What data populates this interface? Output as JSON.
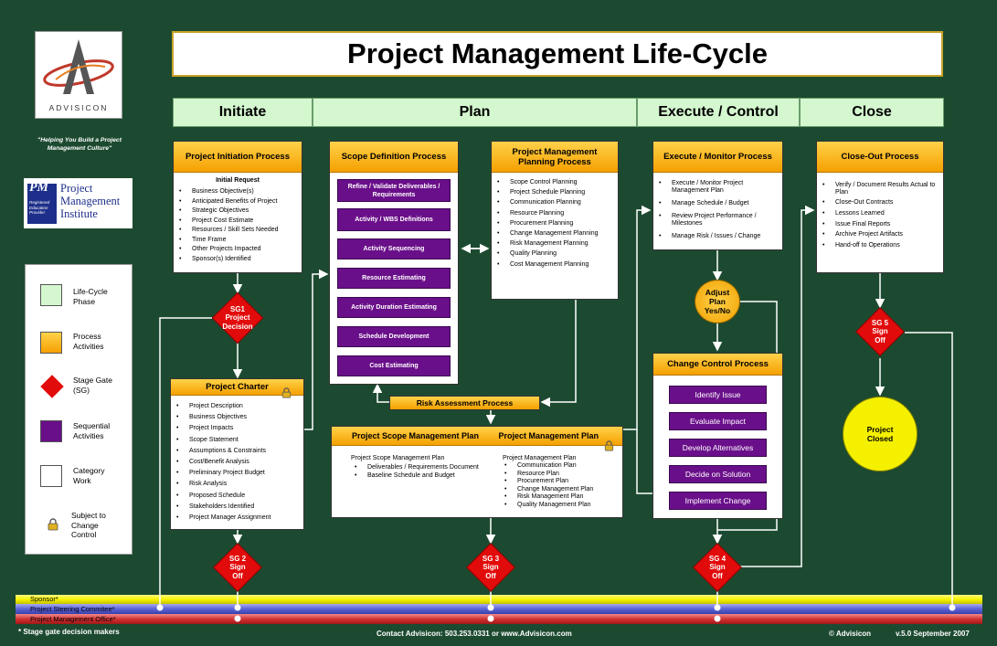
{
  "title": "Project Management Life-Cycle",
  "logo": {
    "name": "ADVISICON",
    "tagline": "\"Helping You Build a Project Management Culture\""
  },
  "pmi": {
    "line1": "Project",
    "line2": "Management",
    "line3": "Institute",
    "badge1": "Registered",
    "badge2": "Education",
    "badge3": "Provider"
  },
  "phases": [
    "Initiate",
    "Plan",
    "Execute / Control",
    "Close"
  ],
  "legend": [
    {
      "label": "Life-Cycle Phase"
    },
    {
      "label": "Process Activities"
    },
    {
      "label": "Stage Gate (SG)"
    },
    {
      "label": "Sequential Activities"
    },
    {
      "label": "Category Work"
    },
    {
      "label": "Subject to Change Control"
    }
  ],
  "initiation": {
    "title": "Project Initiation Process",
    "heading": "Initial Request",
    "items": [
      "Business Objective(s)",
      "Anticipated Benefits of Project",
      "Strategic Objectives",
      "Project Cost Estimate",
      "Resources / Skill Sets Needed",
      "Time Frame",
      "Other Projects Impacted",
      "Sponsor(s) Identified"
    ]
  },
  "charter": {
    "title": "Project Charter",
    "items": [
      "Project Description",
      "Business Objectives",
      "Project Impacts",
      "Scope Statement",
      "Assumptions & Constraints",
      "Cost/Benefit Analysis",
      "Preliminary Project Budget",
      "Risk Analysis",
      "Proposed Schedule",
      "Stakeholders Identified",
      "Project Manager Assignment"
    ]
  },
  "scope_def": {
    "title": "Scope Definition Process",
    "steps": [
      "Refine / Validate Deliverables / Requirements",
      "Activity / WBS Definitions",
      "Activity Sequencing",
      "Resource Estimating",
      "Activity Duration Estimating",
      "Schedule Development",
      "Cost Estimating"
    ]
  },
  "pm_planning": {
    "title": "Project Management Planning Process",
    "items": [
      "Scope Control Planning",
      "Project Schedule Planning",
      "Communication Planning",
      "Resource Planning",
      "Procurement Planning",
      "Change Management Planning",
      "Risk Management Planning",
      "Quality Planning",
      "Cost Management Planning"
    ]
  },
  "risk": {
    "title": "Risk Assessment Process"
  },
  "plans": {
    "title_left": "Project Scope Management Plan",
    "title_right": "Project Management Plan",
    "left_heading": "Project Scope Management Plan",
    "left_items": [
      "Deliverables / Requirements Document",
      "Baseline Schedule and Budget"
    ],
    "right_heading": "Project Management Plan",
    "right_items": [
      "Communication Plan",
      "Resource Plan",
      "Procurement Plan",
      "Change Management Plan",
      "Risk Management Plan",
      "Quality Management Plan"
    ]
  },
  "execute": {
    "title": "Execute / Monitor Process",
    "items": [
      "Execute / Monitor Project Management Plan",
      "Manage Schedule / Budget",
      "Review Project Performance / Milestones",
      "Manage Risk / Issues / Change"
    ]
  },
  "adjust": {
    "label": "Adjust Plan Yes/No"
  },
  "change": {
    "title": "Change Control Process",
    "steps": [
      "Identify Issue",
      "Evaluate Impact",
      "Develop Alternatives",
      "Decide on Solution",
      "Implement Change"
    ]
  },
  "closeout": {
    "title": "Close-Out Process",
    "items": [
      "Verify / Document Results Actual to Plan",
      "Close-Out Contracts",
      "Lessons Learned",
      "Issue Final Reports",
      "Archive Project Artifacts",
      "Hand-off to Operations"
    ]
  },
  "closed": {
    "label": "Project Closed"
  },
  "gates": {
    "sg1": "SG1 Project Decision",
    "sg2": "SG 2 Sign Off",
    "sg3": "SG 3 Sign Off",
    "sg4": "SG 4 Sign Off",
    "sg5": "SG 5 Sign Off"
  },
  "bands": [
    {
      "label": "Sponsor*",
      "color": "#f6f200"
    },
    {
      "label": "Project Steering Commitee*",
      "color": "#5b62d8"
    },
    {
      "label": "Project Management Office*",
      "color": "#d23232"
    }
  ],
  "footer": {
    "note": "* Stage gate decision makers",
    "contact": "Contact Advisicon: 503.253.0331 or  www.Advisicon.com",
    "copyright": "© Advisicon",
    "version": "v.5.0  September 2007"
  },
  "colors": {
    "background": "#1c4a30",
    "phase": "#d4f7cf",
    "process": "#f5a000",
    "gate": "#e20b0b",
    "activity": "#6a0f8a"
  }
}
